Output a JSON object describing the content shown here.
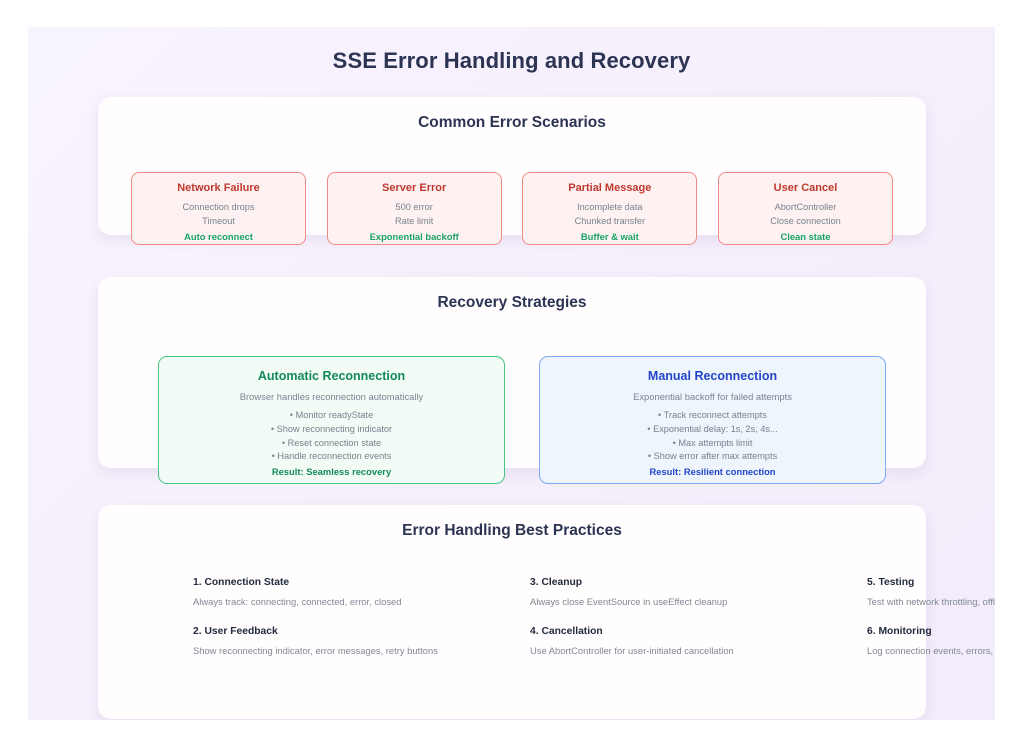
{
  "page": {
    "title": "SSE Error Handling and Recovery"
  },
  "sections": {
    "errors": {
      "heading": "Common Error Scenarios",
      "cards": [
        {
          "title": "Network Failure",
          "detail_1": "Connection drops",
          "detail_2": "Timeout",
          "fix": "Auto reconnect"
        },
        {
          "title": "Server Error",
          "detail_1": "500 error",
          "detail_2": "Rate limit",
          "fix": "Exponential backoff"
        },
        {
          "title": "Partial Message",
          "detail_1": "Incomplete data",
          "detail_2": "Chunked transfer",
          "fix": "Buffer & wait"
        },
        {
          "title": "User Cancel",
          "detail_1": "AbortController",
          "detail_2": "Close connection",
          "fix": "Clean state"
        }
      ]
    },
    "recovery": {
      "heading": "Recovery Strategies",
      "panels": [
        {
          "title": "Automatic Reconnection",
          "subtitle": "Browser handles reconnection automatically",
          "bullet_1": "• Monitor readyState",
          "bullet_2": "• Show reconnecting indicator",
          "bullet_3": "• Reset connection state",
          "bullet_4": "• Handle reconnection events",
          "result": "Result: Seamless recovery"
        },
        {
          "title": "Manual Reconnection",
          "subtitle": "Exponential backoff for failed attempts",
          "bullet_1": "• Track reconnect attempts",
          "bullet_2": "• Exponential delay: 1s, 2s, 4s...",
          "bullet_3": "• Max attempts limit",
          "bullet_4": "• Show error after max attempts",
          "result": "Result: Resilient connection"
        }
      ]
    },
    "practices": {
      "heading": "Error Handling Best Practices",
      "columns": [
        {
          "item_1": {
            "title": "1. Connection State",
            "desc": "Always track: connecting, connected, error, closed"
          },
          "item_2": {
            "title": "2. User Feedback",
            "desc": "Show reconnecting indicator, error messages, retry buttons"
          }
        },
        {
          "item_1": {
            "title": "3. Cleanup",
            "desc": "Always close EventSource in useEffect cleanup"
          },
          "item_2": {
            "title": "4. Cancellation",
            "desc": "Use AbortController for user-initiated cancellation"
          }
        },
        {
          "item_1": {
            "title": "5. Testing",
            "desc": "Test with network throttling, offline mode, server restarts"
          },
          "item_2": {
            "title": "6. Monitoring",
            "desc": "Log connection events, errors, reconnection attempts"
          }
        }
      ]
    }
  },
  "colors": {
    "title": "#2c3454",
    "error_accent": "#c0392f",
    "error_border": "#ef8a85",
    "error_bg": "#fdf2f1",
    "success_accent": "#18a366",
    "green_border": "#43c683",
    "green_bg": "#f2fbf6",
    "blue_accent": "#2346c8",
    "blue_border": "#7da8f4",
    "blue_bg": "#eff5fd",
    "page_bg": "#f5eefb",
    "card_bg": "#fffdfd",
    "muted_text": "#79818d"
  }
}
